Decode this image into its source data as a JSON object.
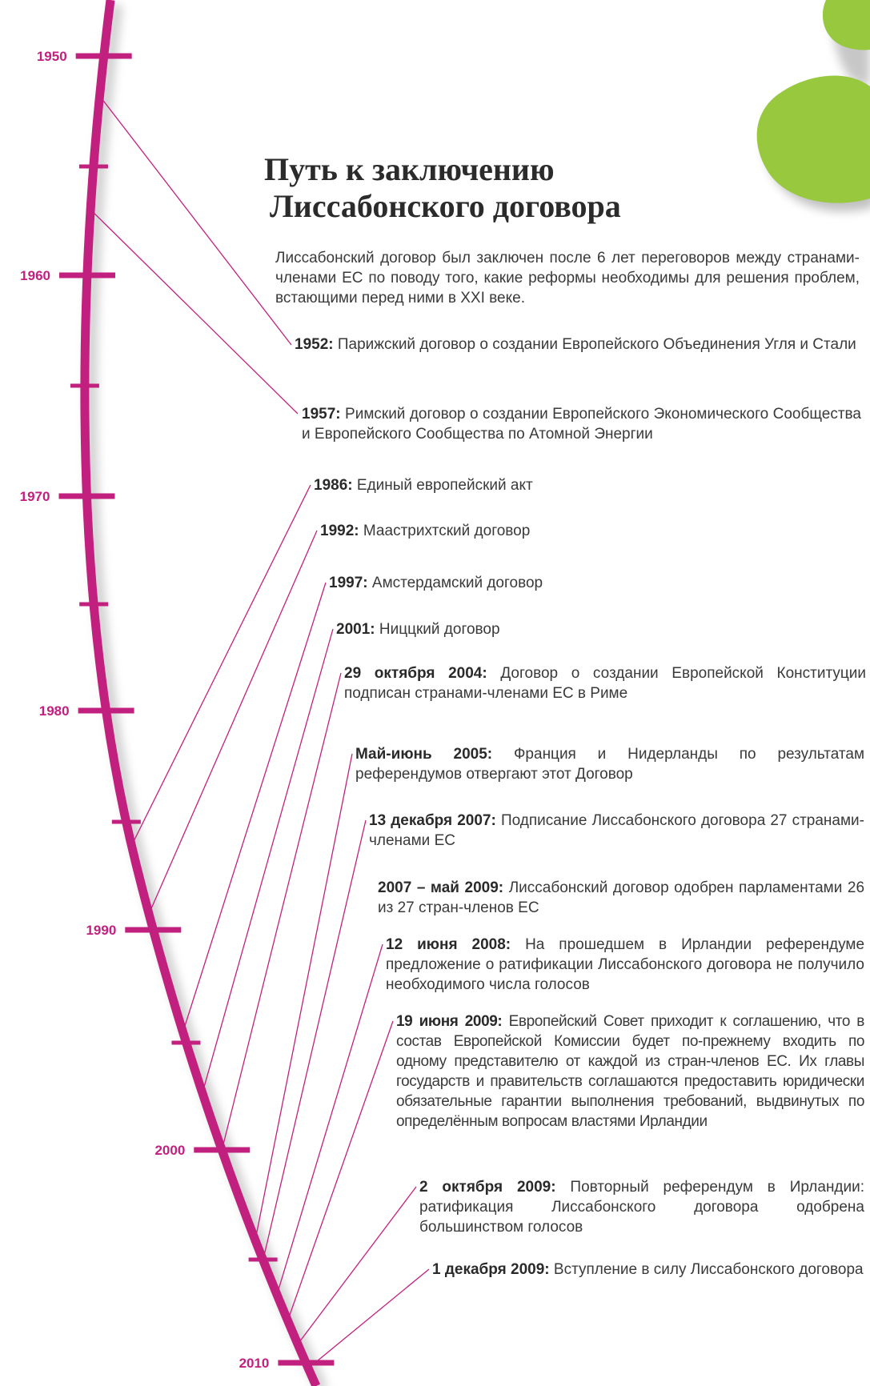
{
  "title": {
    "line1": "Путь к заключению",
    "line2": "Лиссабонского договора"
  },
  "intro": "Лиссабонский договор был заключен после 6 лет переговоров между странами-членами ЕС по поводу того, какие реформы необходимы для решения проблем, встающими перед ними в XXI веке.",
  "timeline": {
    "year_labels": [
      "1950",
      "1960",
      "1970",
      "1980",
      "1990",
      "2000",
      "2010"
    ],
    "line_color": "#c2207f",
    "connector_color": "#c2207f"
  },
  "decoration": {
    "puzzle_color": "#97c83e"
  },
  "events": [
    {
      "date": "1952:",
      "text": "Парижский договор о создании Европейского Объединения Угля и Стали"
    },
    {
      "date": "1957:",
      "text": "Римский договор о создании Европейского Экономического Сообщества и Европейского Сообщества по Атомной Энергии"
    },
    {
      "date": "1986:",
      "text": "Единый европейский акт"
    },
    {
      "date": "1992:",
      "text": "Маастрихтский договор"
    },
    {
      "date": "1997:",
      "text": "Амстердамский договор"
    },
    {
      "date": "2001:",
      "text": "Ниццкий договор"
    },
    {
      "date": "29 октября 2004:",
      "text": "Договор о создании Европейской Конституции подписан странами-членами ЕС в Риме"
    },
    {
      "date": "Май-июнь 2005:",
      "text": "Франция и Нидерланды по результатам референдумов отвергают этот Договор"
    },
    {
      "date": "13 декабря 2007:",
      "text": "Подписание Лиссабонского договора 27 странами-членами ЕС"
    },
    {
      "date": "2007 – май 2009:",
      "text": "Лиссабонский договор одобрен парламентами 26 из 27 стран-членов ЕС"
    },
    {
      "date": "12 июня 2008:",
      "text": "На прошедшем в Ирландии референдуме предложение о ратификации Лиссабонского договора не получило необходимого числа голосов"
    },
    {
      "date": "19 июня 2009:",
      "text": "Европейский Совет приходит к соглашению, что в состав Европейской Комиссии будет по-прежнему входить по одному представителю от каждой из стран-членов ЕС. Их главы государств и правительств соглашаются предоставить юридически обязательные гарантии выполнения требований, выдвинутых по определённым вопросам властями Ирландии"
    },
    {
      "date": "2 октября 2009:",
      "text": "Повторный референдум в Ирландии: ратификация Лиссабонского договора одобрена большинством голосов"
    },
    {
      "date": "1 декабря 2009:",
      "text": "Вступление в силу Лиссабонского договора"
    }
  ]
}
